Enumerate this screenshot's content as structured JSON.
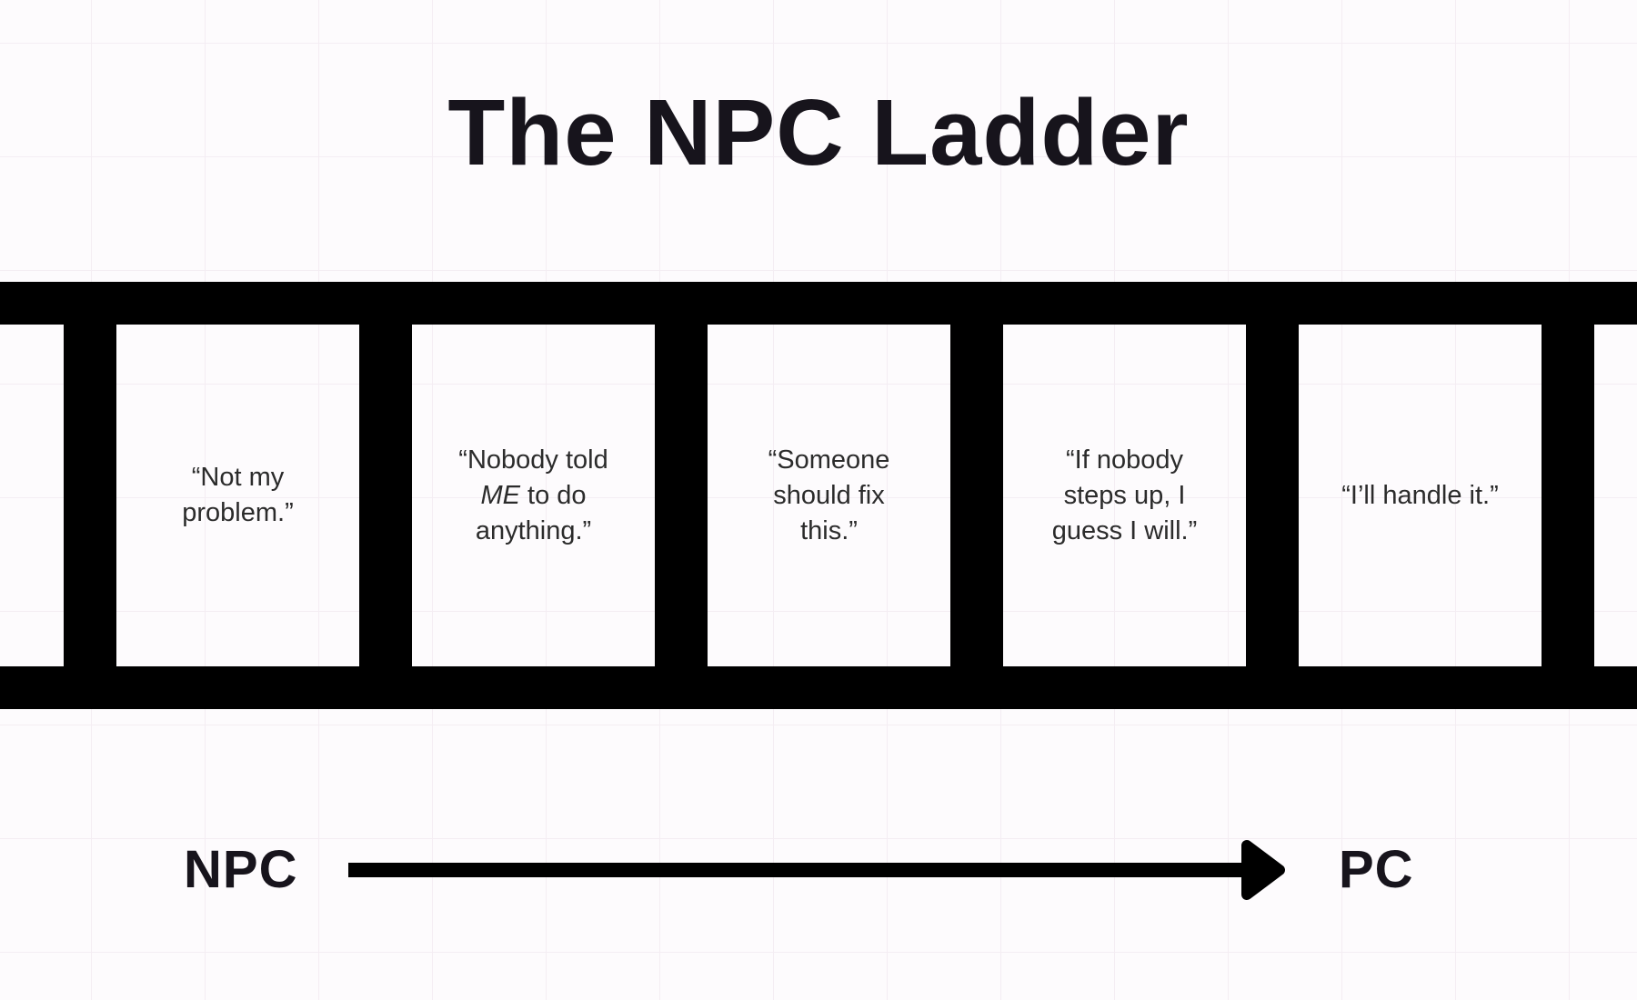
{
  "title": "The NPC Ladder",
  "ladder": {
    "steps": [
      {
        "quote": "“Not my\nproblem.”"
      },
      {
        "quote_pre": "“Nobody told\n",
        "quote_italic": "ME",
        "quote_post": " to do\nanything.”"
      },
      {
        "quote": "“Someone\nshould fix\nthis.”"
      },
      {
        "quote": "“If nobody\nsteps up, I\nguess I will.”"
      },
      {
        "quote": "“I’ll handle it.”"
      }
    ]
  },
  "axis": {
    "start_label": "NPC",
    "end_label": "PC"
  },
  "icons": {
    "arrow": "arrow-right-icon"
  },
  "colors": {
    "background": "#fdfbfd",
    "grid_line": "#f4edf3",
    "ladder": "#000000",
    "quote_text": "#2b2b2b",
    "heading_text": "#17141c"
  }
}
